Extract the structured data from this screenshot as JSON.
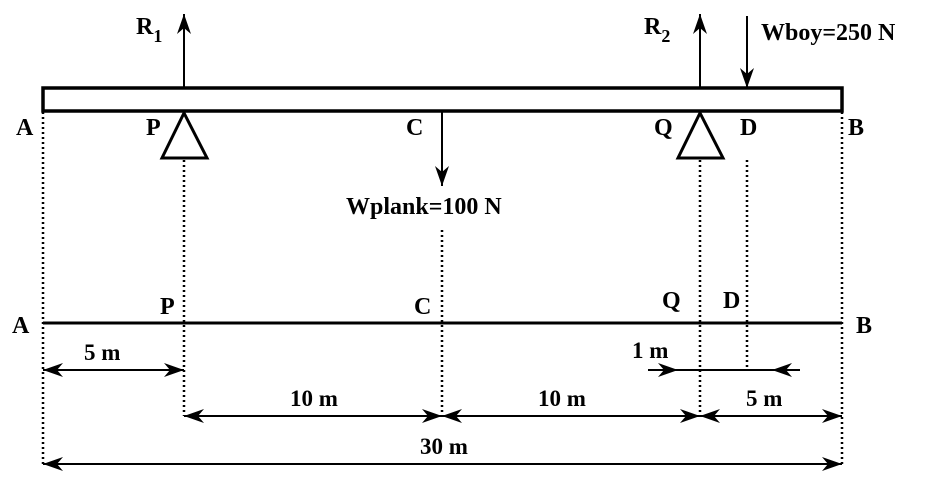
{
  "forces": {
    "r1": {
      "main": "R",
      "sub": "1"
    },
    "r2": {
      "main": "R",
      "sub": "2"
    },
    "wboy": "Wboy=250 N",
    "wplank": "Wplank=100 N"
  },
  "beam_points": {
    "a": "A",
    "p": "P",
    "c": "C",
    "q": "Q",
    "d": "D",
    "b": "B"
  },
  "line_points": {
    "a": "A",
    "p": "P",
    "c": "C",
    "q": "Q",
    "d": "D",
    "b": "B"
  },
  "dimensions": {
    "ap": "5 m",
    "pc": "10 m",
    "cq": "10 m",
    "qb": "5 m",
    "qd": "1 m",
    "ab": "30 m"
  }
}
